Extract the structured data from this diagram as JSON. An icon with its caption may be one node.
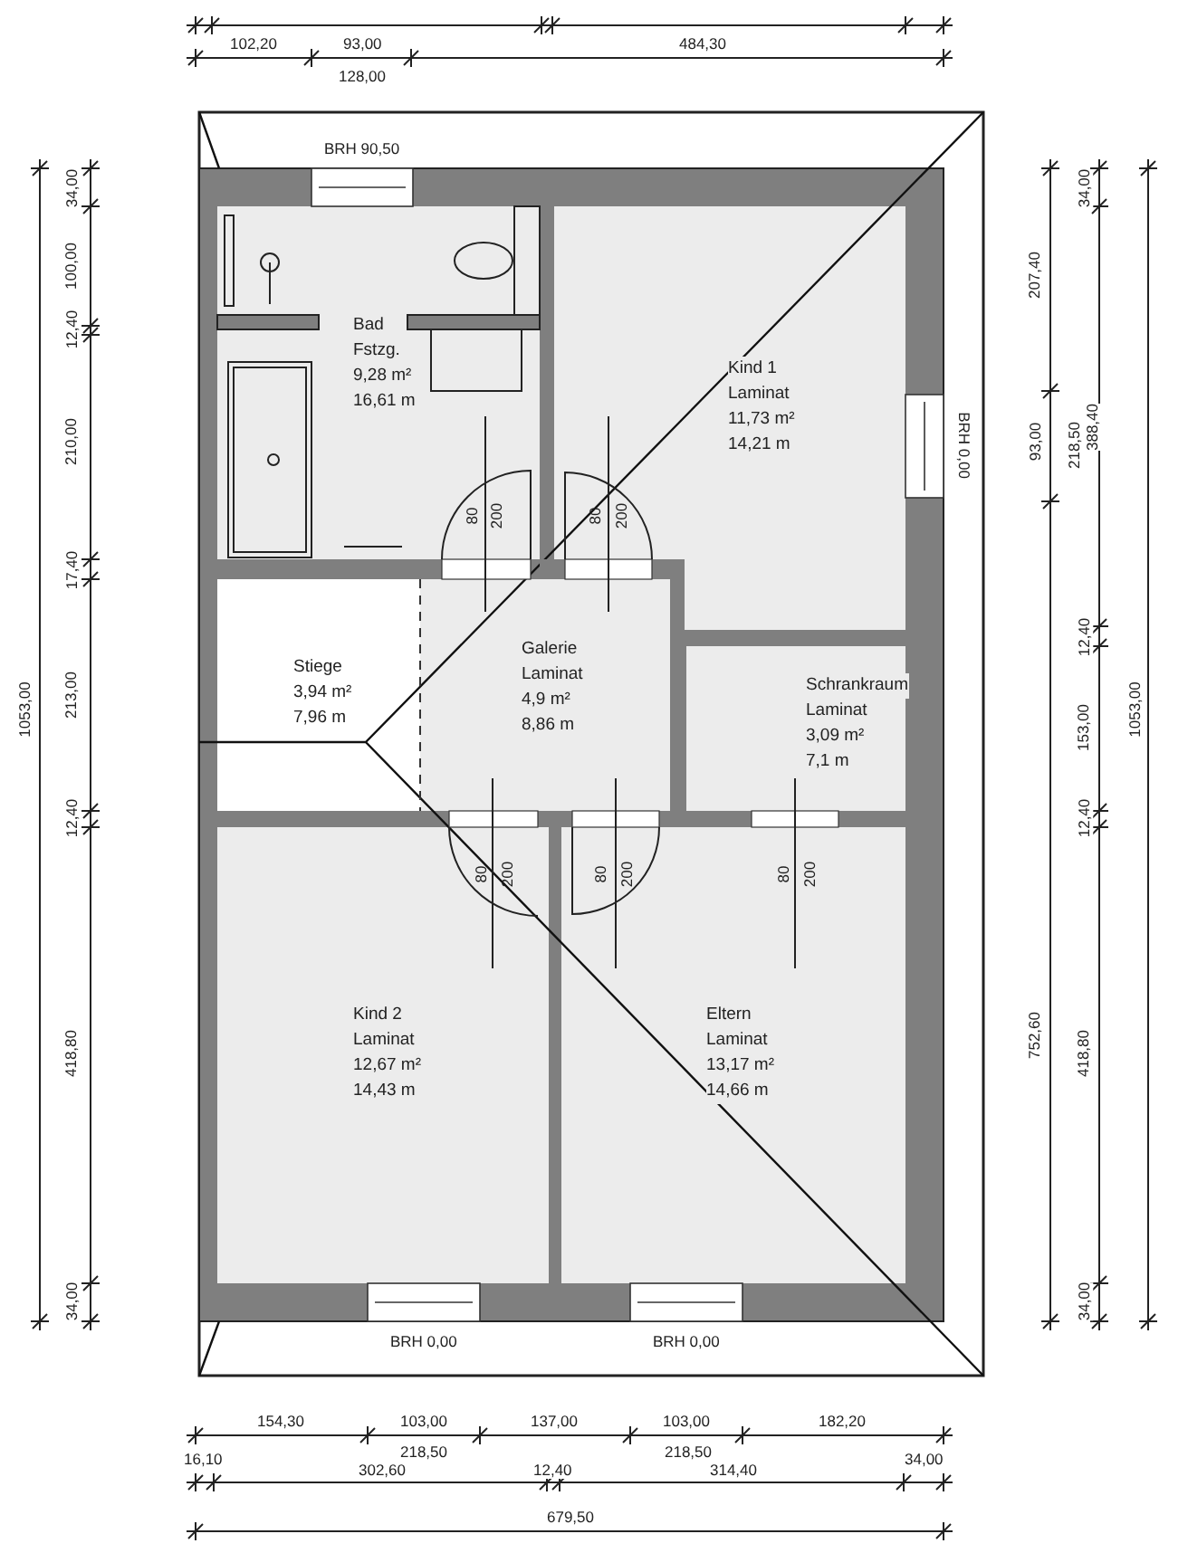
{
  "diagram": {
    "nodes": [
      {
        "text": [
          "Bad",
          "Fstzg.",
          "9,28 m²",
          "16,61 m"
        ]
      },
      {
        "text": [
          "Kind 1",
          "Laminat",
          "11,73 m²",
          "14,21 m"
        ]
      },
      {
        "text": [
          "Stiege",
          "3,94 m²",
          "7,96 m"
        ]
      },
      {
        "text": [
          "Galerie",
          "Laminat",
          "4,9 m²",
          "8,86 m"
        ]
      },
      {
        "text": [
          "Schrankraum",
          "Laminat",
          "3,09 m²",
          "7,1 m"
        ]
      },
      {
        "text": [
          "Kind 2",
          "Laminat",
          "12,67 m²",
          "14,43 m"
        ]
      },
      {
        "text": [
          "Eltern",
          "Laminat",
          "13,17 m²",
          "14,66 m"
        ]
      }
    ],
    "edges": [],
    "labels": [
      "102,20",
      "93,00",
      "128,00",
      "484,30",
      "BRH 90,50",
      "34,00",
      "100,00",
      "12,40",
      "210,00",
      "17,40",
      "213,00",
      "12,40",
      "418,80",
      "34,00",
      "1053,00",
      "207,40",
      "93,00",
      "752,60",
      "34,00",
      "218,50",
      "388,40",
      "12,40",
      "153,00",
      "12,40",
      "418,80",
      "34,00",
      "1053,00",
      "BRH 0,00",
      "80",
      "200",
      "80",
      "200",
      "80",
      "200",
      "80",
      "200",
      "80",
      "200",
      "BRH 0,00",
      "BRH 0,00",
      "154,30",
      "103,00",
      "137,00",
      "103,00",
      "182,20",
      "16,10",
      "218,50",
      "302,60",
      "12,40",
      "218,50",
      "314,40",
      "34,00",
      "679,50"
    ]
  }
}
